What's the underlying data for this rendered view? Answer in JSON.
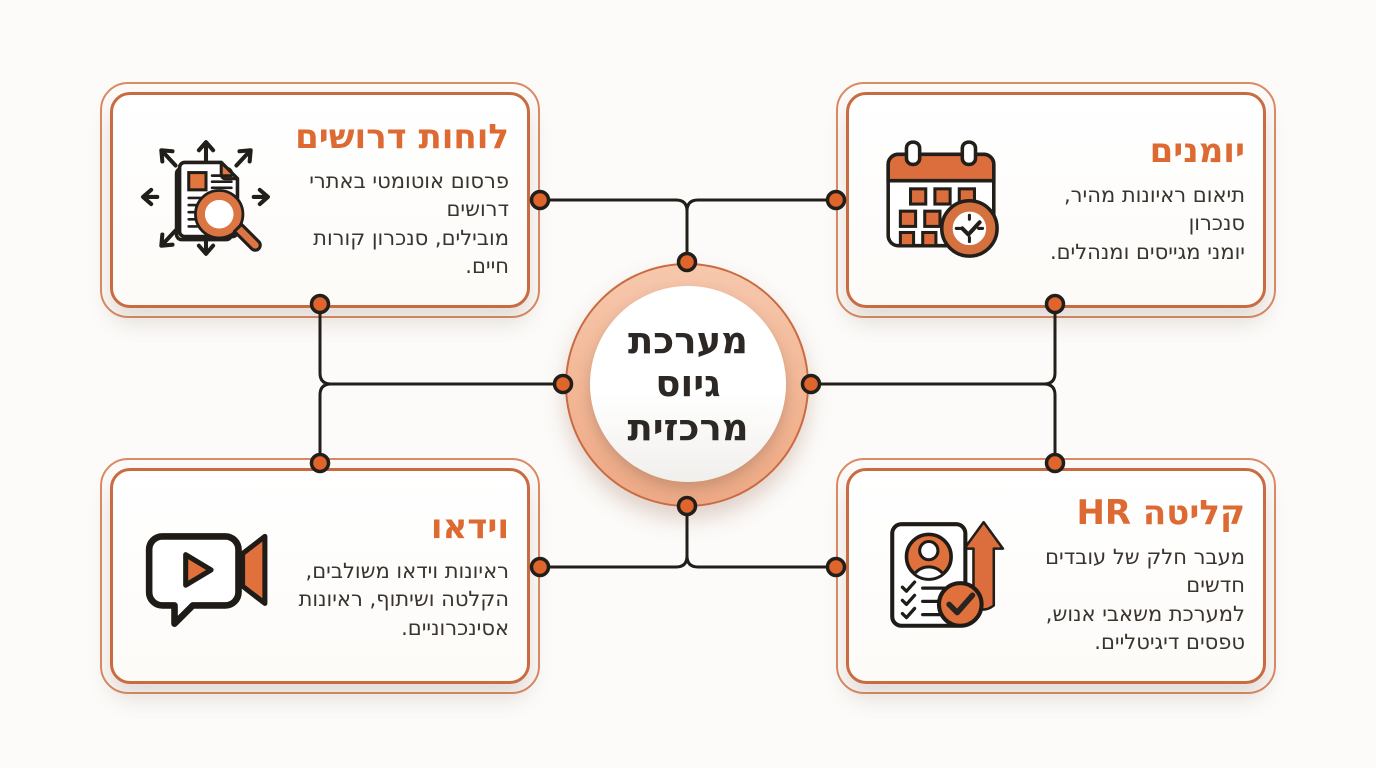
{
  "hub": {
    "label_lines": [
      "מערכת",
      "גיוס",
      "מרכזית"
    ]
  },
  "cards": {
    "job_boards": {
      "title": "לוחות דרושים",
      "body_lines": [
        "פרסום אוטומטי באתרי דרושים",
        "מובילים, סנכרון קורות חיים."
      ],
      "icon": "document-search-share-icon"
    },
    "calendars": {
      "title": "יומנים",
      "body_lines": [
        "תיאום ראיונות מהיר, סנכרון",
        "יומני מגייסים ומנהלים."
      ],
      "icon": "calendar-clock-icon"
    },
    "video": {
      "title": "וידאו",
      "body_lines": [
        "ראיונות וידאו משולבים,",
        "הקלטה ושיתוף, ראיונות",
        "אסינכרוניים."
      ],
      "icon": "video-chat-icon"
    },
    "hr_onboarding": {
      "title": "קליטה HR",
      "body_lines": [
        "מעבר חלק של עובדים חדשים",
        "למערכת משאבי אנוש,",
        "טפסים דיגיטליים."
      ],
      "icon": "employee-onboarding-icon"
    }
  },
  "colors": {
    "accent_title": "#DC6A32",
    "card_border": "#C96B42",
    "card_outer_frame": "#DB8A63",
    "ring_fill": "#F2B694",
    "connector_line": "#221E1A",
    "dot_fill": "#DF652C",
    "background": "#FCFBF9",
    "body_text": "#3A342E",
    "hub_text": "#2D2823"
  }
}
